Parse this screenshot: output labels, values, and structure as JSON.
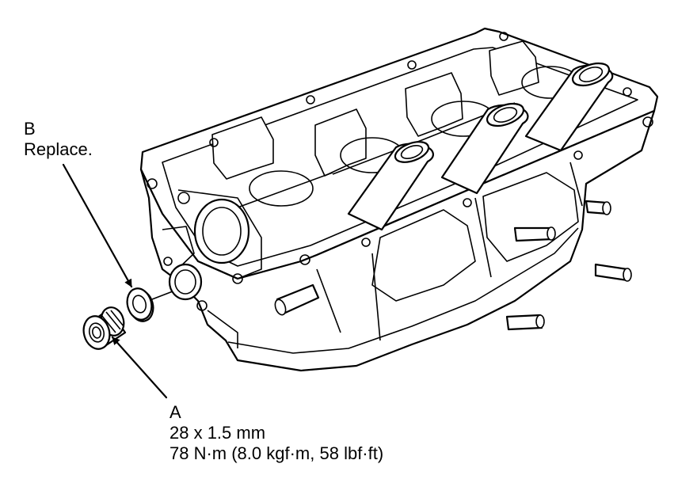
{
  "callouts": {
    "b": {
      "letter": "B",
      "note": "Replace."
    },
    "a": {
      "letter": "A",
      "size": "28 x 1.5 mm",
      "torque": "78 N·m (8.0 kgf·m, 58 lbf·ft)"
    }
  }
}
